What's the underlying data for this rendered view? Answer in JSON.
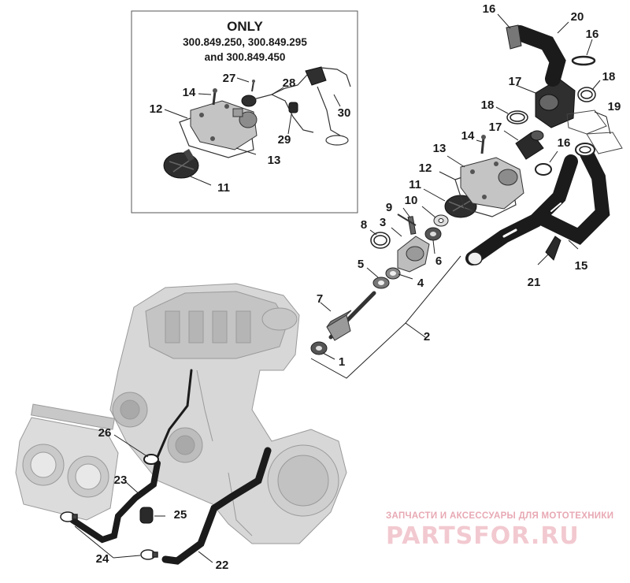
{
  "inset": {
    "title": "ONLY",
    "line1": "300.849.250, 300.849.295",
    "line2": "and 300.849.450"
  },
  "callouts": {
    "c1": "1",
    "c2": "2",
    "c3": "3",
    "c4": "4",
    "c5": "5",
    "c6": "6",
    "c7": "7",
    "c8": "8",
    "c9": "9",
    "c10": "10",
    "c11": "11",
    "c11b": "11",
    "c12": "12",
    "c12b": "12",
    "c13": "13",
    "c13b": "13",
    "c14": "14",
    "c14b": "14",
    "c15": "15",
    "c16a": "16",
    "c16b": "16",
    "c16c": "16",
    "c17a": "17",
    "c17b": "17",
    "c18a": "18",
    "c18b": "18",
    "c19": "19",
    "c20": "20",
    "c21": "21",
    "c22": "22",
    "c23": "23",
    "c24": "24",
    "c25": "25",
    "c26": "26",
    "c27": "27",
    "c28": "28",
    "c29": "29",
    "c30": "30"
  },
  "watermark": {
    "tagline": "ЗАПЧАСТИ И АКСЕССУАРЫ ДЛЯ МОТОТЕХНИКИ",
    "logo": "PARTSFOR.RU"
  },
  "colors": {
    "line": "#222222",
    "engine_gray": "#c9c9c9",
    "hose_black": "#1b1b1b",
    "watermark_red": "#e8a9b4"
  }
}
